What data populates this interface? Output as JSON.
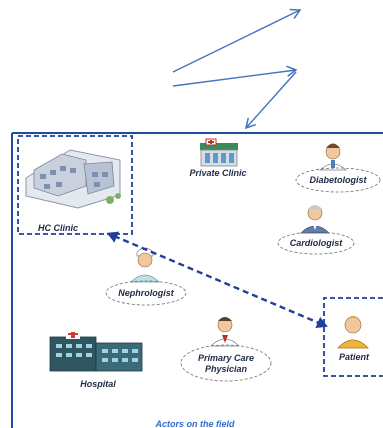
{
  "labels": {
    "hc_clinic": "HC Clinic",
    "private_clinic": "Private Clinic",
    "diabetologist": "Diabetologist",
    "cardiologist": "Cardiologist",
    "nephrologist": "Nephrologist",
    "patient": "Patient",
    "hospital": "Hospital",
    "pcp_line1": "Primary Care",
    "pcp_line2": "Physician",
    "footer": "Actors on the field"
  },
  "colors": {
    "frame": "#1f4e9c",
    "arrow": "#4472c4",
    "dashed_arrow": "#1f3f9a",
    "label": "#1f2a44",
    "footer": "#2f6bd0"
  },
  "icons": {
    "hc_clinic": "hospital-campus-icon",
    "private_clinic": "clinic-building-icon",
    "diabetologist": "doctor-icon",
    "cardiologist": "doctor-icon",
    "nephrologist": "nurse-icon",
    "patient": "patient-icon",
    "hospital": "hospital-building-icon",
    "primary_care_physician": "physician-icon"
  }
}
